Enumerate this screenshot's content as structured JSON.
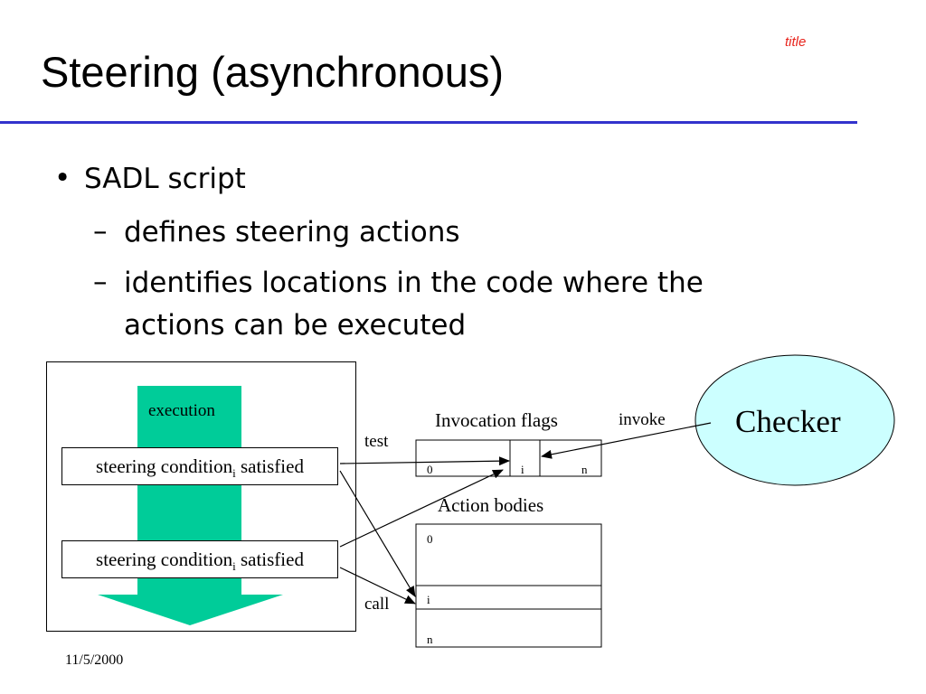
{
  "corner_tag": "title",
  "title": "Steering (asynchronous)",
  "bullets": {
    "main_marker": "•",
    "main": "SADL script",
    "sub_marker": "–",
    "sub1": "defines steering actions",
    "sub2_line1": "identifies locations in the code where the",
    "sub2_line2": "actions can be executed"
  },
  "diagram": {
    "execution_label": "execution",
    "condition_text": "steering condition",
    "condition_subscript": "i",
    "condition_suffix": " satisfied",
    "test_label": "test",
    "call_label": "call",
    "invoke_label": "invoke",
    "flags_title": "Invocation flags",
    "flags_cells": [
      "0",
      "i",
      "n"
    ],
    "bodies_title": "Action bodies",
    "bodies_rows": [
      "0",
      "i",
      "n"
    ],
    "checker_label": "Checker",
    "colors": {
      "execution_arrow": "#00cc99",
      "checker_fill": "#ccffff",
      "title_rule": "#3333cc",
      "corner_tag": "#e8231c"
    }
  },
  "footer": {
    "date": "11/5/2000"
  }
}
